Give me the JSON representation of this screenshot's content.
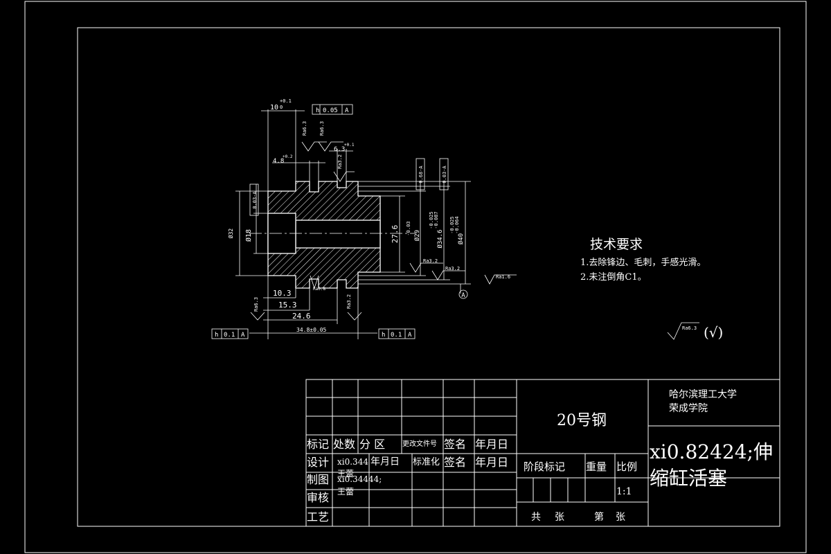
{
  "tech_req": {
    "title": "技术要求",
    "items": [
      "1.去除锋边、毛刺，手感光滑。",
      "2.未注倒角C1。"
    ]
  },
  "roughness_default": {
    "value": "Ra6.3",
    "suffix": "(√)"
  },
  "title_block": {
    "material": "20号钢",
    "school_line1": "哈尔滨理工大学",
    "school_line2": "荣成学院",
    "drawing_name_line1": "xi0.82424;伸",
    "drawing_name_line2": "缩缸活塞",
    "headers": {
      "biaoji": "标记",
      "chushu": "处数",
      "fenqu": "分 区",
      "genggai": "更改文件号",
      "qianming": "签名",
      "nianyueri": "年月日"
    },
    "rows": {
      "sheji": "设计",
      "zhitu": "制图",
      "shenhe": "审核",
      "gongyi": "工艺"
    },
    "sheji_name": "xi0.344",
    "sheji_name2": "王蕾",
    "sheji_date": "年月日",
    "zhitu_name": "xi0.34444;",
    "zhitu_name2": "王蕾",
    "biaozhunhua": "标准化",
    "qianming2": "签名",
    "nianyueri2": "年月日",
    "jieduan": "阶段标记",
    "zhongliang": "重量",
    "bili": "比例",
    "scale": "1:1",
    "gong": "共",
    "zhang1": "张",
    "di": "第",
    "zhang2": "张"
  },
  "dims": {
    "d10": "10",
    "d10tol": "+0.1",
    "d10tol2": "0",
    "fc1": "h",
    "fc1v": "0.05",
    "fc1d": "A",
    "ra_a": "Ra6.3",
    "ra_b": "Ra6.3",
    "d63": "6.3",
    "d63tol": "+0.1",
    "d48": "4.8",
    "d48tol": "+0.2",
    "ra32a": "Ra3.2",
    "d276": "27.6",
    "d29": "Ø29",
    "d29tol": "-0.03",
    "d346": "Ø34.6",
    "d346tol1": "-0.025",
    "d346tol2": "-0.087",
    "d40": "Ø40",
    "d40tol1": "-0.025",
    "d40tol2": "-0.064",
    "d18": "Ø18",
    "d32": "Ø32",
    "dtol_a": "0.68-A",
    "dtol_b": "0.03-A",
    "dtol_c": "0.03-A",
    "ra32b": "Ra3.2",
    "ra32c": "Ra3.2",
    "ra16": "Ra1.6",
    "ra08": "Ra0.8",
    "ra63c": "Ra6.3",
    "ra32d": "Ra3.2",
    "d103": "10.3",
    "d153": "15.3",
    "d246": "24.6",
    "d348": "34.8±0.05",
    "fc2": "h",
    "fc2v": "0.1",
    "fc2d": "A",
    "fc3": "h",
    "fc3v": "0.1",
    "fc3d": "A",
    "datum": "A"
  }
}
